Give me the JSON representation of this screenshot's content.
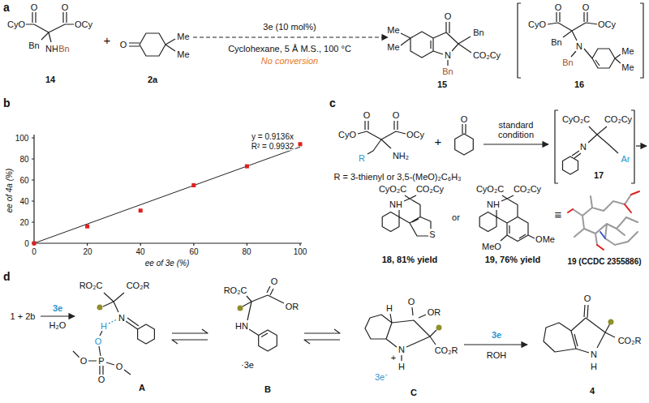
{
  "diagram": {
    "labels": [
      "a",
      "O",
      "O",
      "CyO",
      "OCy",
      "Bn",
      "NH",
      "Bn",
      "14",
      "+",
      "O",
      "Me",
      "Me",
      "2a",
      "3e (10 mol%)",
      "Cyclohexane, 5 Å M.S., 100 °C",
      "No conversion",
      "O",
      "Me",
      "Me",
      "Bn",
      "N",
      "Bn",
      "CO₂Cy",
      "15",
      "O",
      "O",
      "CyO",
      "OCy",
      "Bn",
      "N",
      "Bn",
      "Me",
      "Me",
      "16",
      "b",
      "100",
      "80",
      "60",
      "40",
      "20",
      "0",
      "0",
      "20",
      "40",
      "60",
      "80",
      "100",
      "ee of 4a (%)",
      "ee of 3e (%)",
      "y = 0.9136x",
      "R² = 0.9932",
      "c",
      "O",
      "O",
      "CyO",
      "OCy",
      "R",
      "NH₂",
      "+",
      "O",
      "standard condition",
      "R = 3-thienyl or 3,5-(MeO)₂C₆H₃",
      "CyO₂C",
      "CO₂Cy",
      "N",
      "Ar",
      "17",
      "CyO₂C",
      "CO₂Cy",
      "NH",
      "S",
      "18, 81% yield",
      "or",
      "CyO₂C",
      "CO₂Cy",
      "NH",
      "MeO",
      "OMe",
      "19, 76% yield",
      "≡",
      "19 (CCDC 2355886)",
      "d",
      "1 + 2b",
      "3e",
      "H₂O",
      "RO₂C",
      "CO₂R",
      "N",
      "H",
      "O",
      "P",
      "O",
      "O",
      "O",
      "A",
      "RO₂C",
      "O",
      "OR",
      "HN",
      "·3e",
      "B",
      "H",
      "O",
      "OR",
      "N",
      "+",
      "H",
      "CO₂R",
      "3e⁻",
      "C",
      "3e",
      "ROH",
      "O",
      "N",
      "H",
      "CO₂R",
      "4"
    ]
  }
}
